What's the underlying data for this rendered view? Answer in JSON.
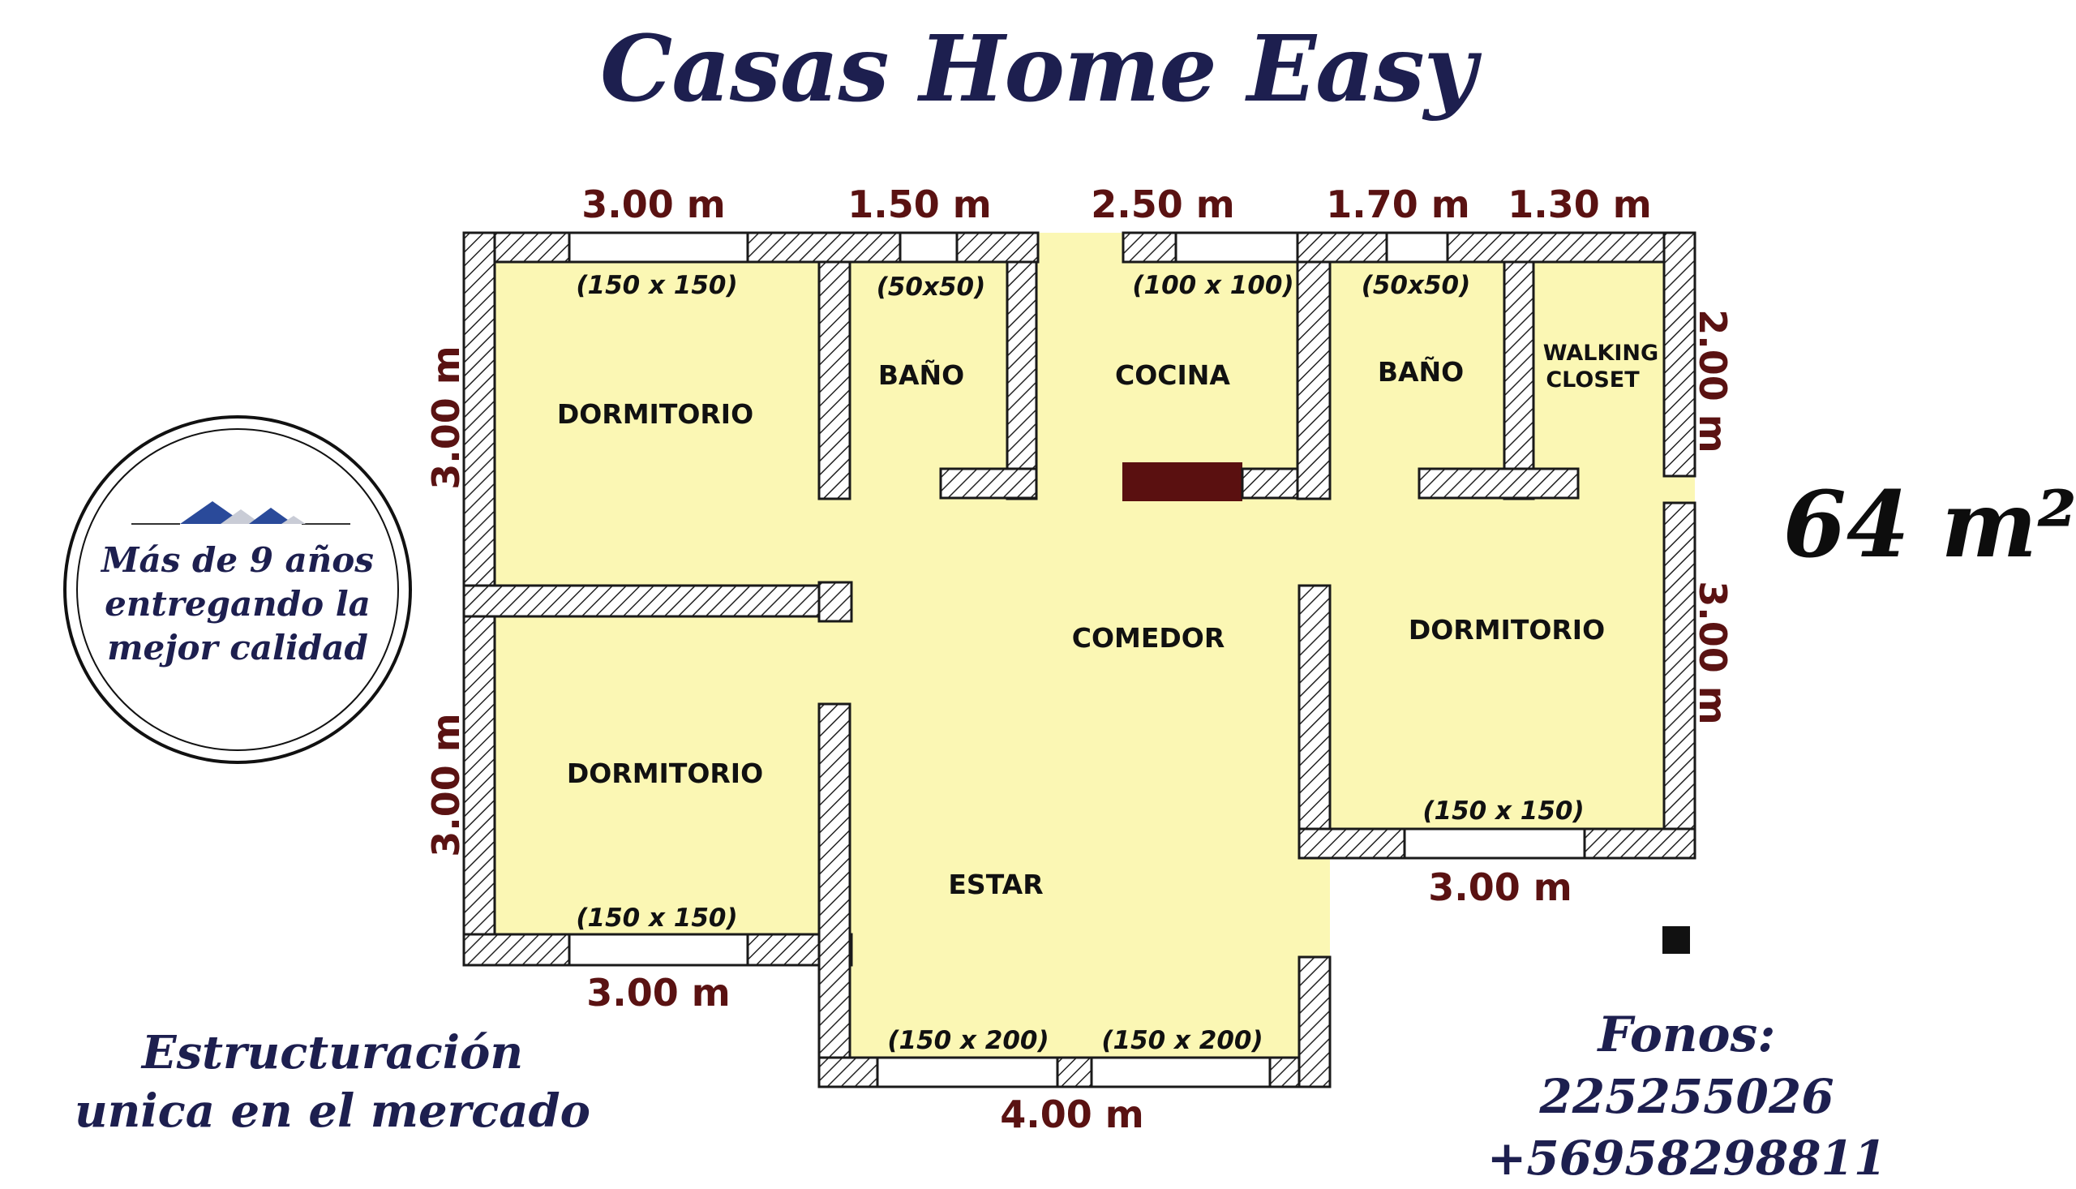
{
  "title": "Casas Home Easy",
  "area": "64 m²",
  "badge": {
    "line1": "Más de 9 años",
    "line2": "entregando la",
    "line3": "mejor calidad"
  },
  "slogan": {
    "line1": "Estructuración",
    "line2": "unica en el mercado"
  },
  "contact": {
    "label": "Fonos:",
    "numbers": "225255026 +56958298811"
  },
  "dimensions": {
    "top_1": "3.00 m",
    "top_2": "1.50 m",
    "top_3": "2.50 m",
    "top_4": "1.70 m",
    "top_5": "1.30 m",
    "left_upper": "3.00 m",
    "left_lower": "3.00 m",
    "right_upper": "2.00 m",
    "right_lower": "3.00 m",
    "bottom_left": "3.00 m",
    "bottom_center": "4.00 m",
    "bottom_right": "3.00 m"
  },
  "rooms": {
    "dormitorio_1": "DORMITORIO",
    "bano_1": "BAÑO",
    "cocina": "COCINA",
    "bano_2": "BAÑO",
    "walking_1": "WALKING",
    "walking_2": "CLOSET",
    "dormitorio_2": "DORMITORIO",
    "comedor": "COMEDOR",
    "dormitorio_3": "DORMITORIO",
    "estar": "ESTAR"
  },
  "windows": {
    "w1": "(150 x 150)",
    "w2": "(50x50)",
    "w3": "(100 x 100)",
    "w4": "(50x50)",
    "w5": "(150 x 150)",
    "w6": "(150 x 150)",
    "w7": "(150 x 200)",
    "w8": "(150 x 200)"
  },
  "colors": {
    "floor": "#fbf7b4",
    "wall_stroke": "#1a1a1a",
    "dimension_text": "#5a1212",
    "brand_navy": "#1d1f4f",
    "kitchen_counter": "#5a1010"
  }
}
